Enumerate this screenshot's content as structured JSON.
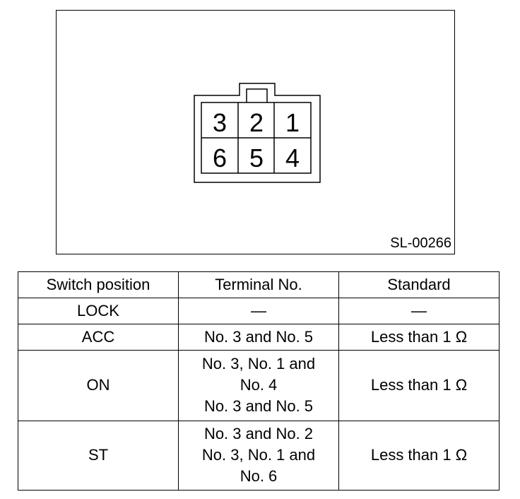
{
  "diagram": {
    "terminals_top": [
      "3",
      "2",
      "1"
    ],
    "terminals_bottom": [
      "6",
      "5",
      "4"
    ],
    "reference_code": "SL-00266"
  },
  "table": {
    "headers": [
      "Switch position",
      "Terminal No.",
      "Standard"
    ],
    "rows": [
      {
        "position": "LOCK",
        "terminal_lines": [
          "—"
        ],
        "standard": "—"
      },
      {
        "position": "ACC",
        "terminal_lines": [
          "No. 3 and No. 5"
        ],
        "standard": "Less than 1 Ω"
      },
      {
        "position": "ON",
        "terminal_lines": [
          "No. 3, No. 1 and",
          "No. 4",
          "No. 3 and No. 5"
        ],
        "standard": "Less than 1 Ω"
      },
      {
        "position": "ST",
        "terminal_lines": [
          "No. 3 and No. 2",
          "No. 3, No. 1 and",
          "No. 6"
        ],
        "standard": "Less than 1 Ω"
      }
    ]
  }
}
